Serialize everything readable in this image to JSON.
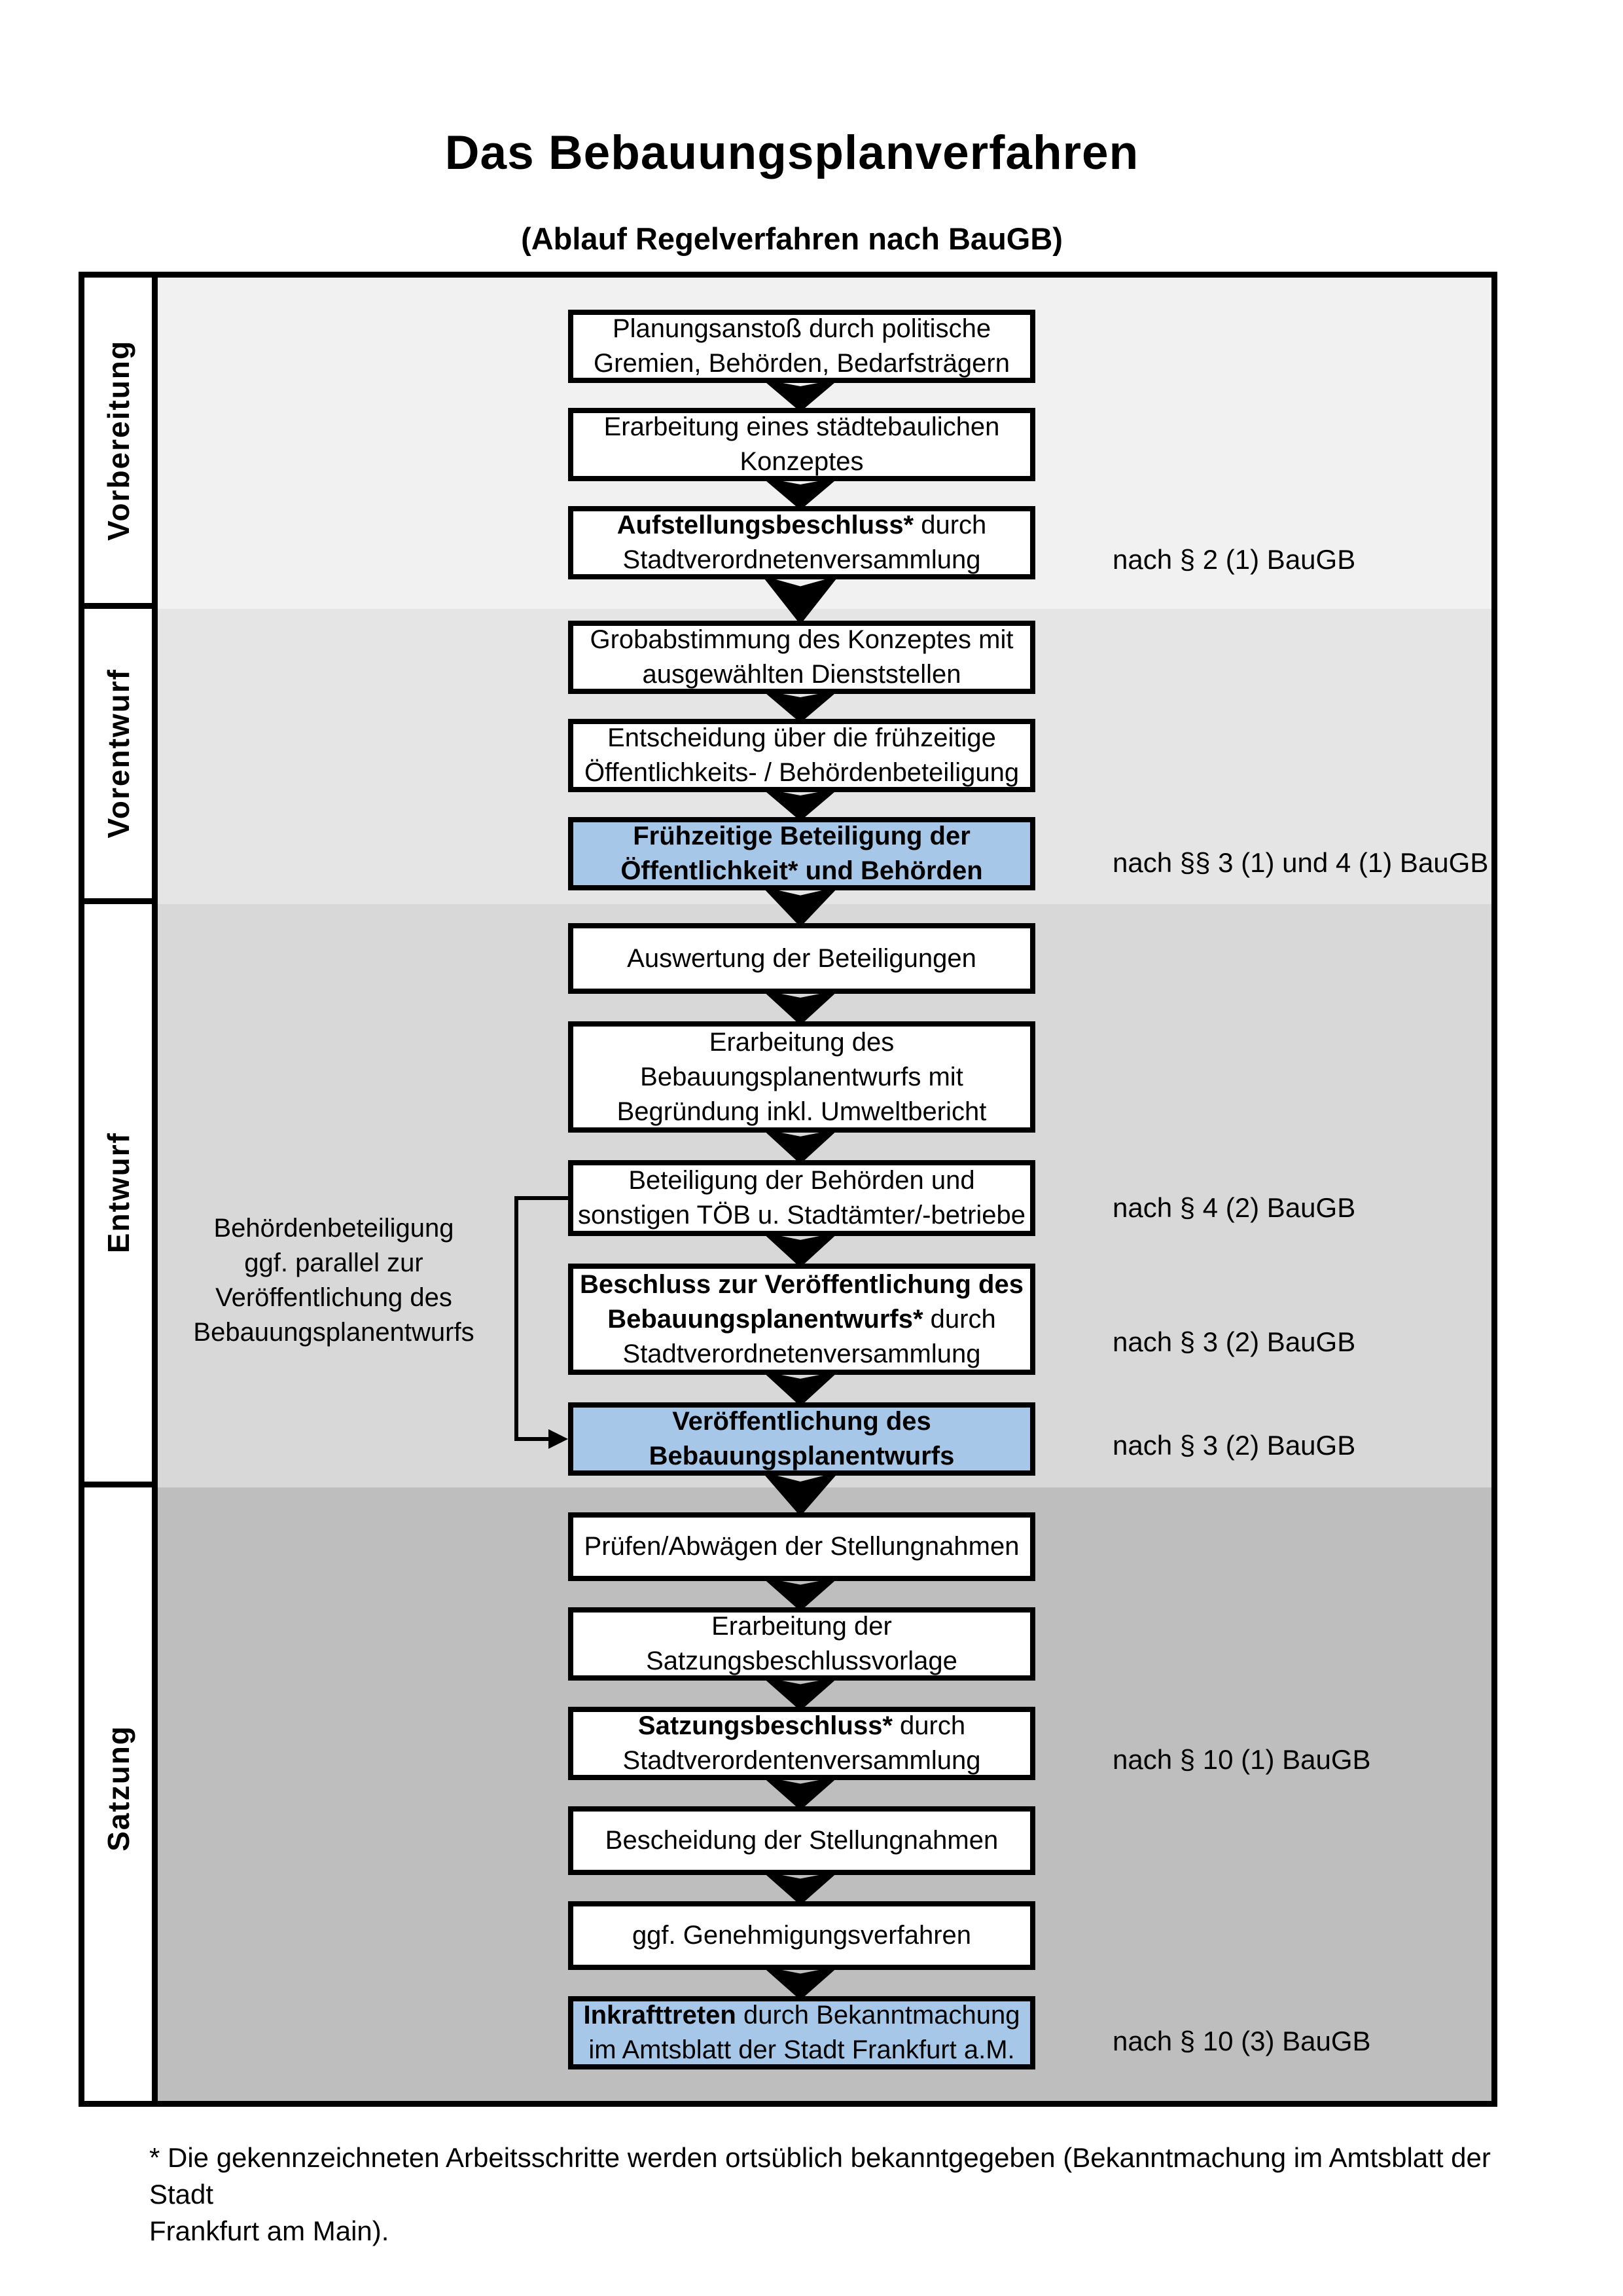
{
  "title": "Das Bebauungsplanverfahren",
  "subtitle": "(Ablauf Regelverfahren nach BauGB)",
  "phases": {
    "p1": "Vorbereitung",
    "p2": "Vorentwurf",
    "p3": "Entwurf",
    "p4": "Satzung"
  },
  "boxes": {
    "b1": {
      "l1": "Planungsanstoß durch politische",
      "l2": "Gremien, Behörden, Bedarfsträgern"
    },
    "b2": {
      "l1": "Erarbeitung eines städtebaulichen",
      "l2": "Konzeptes"
    },
    "b3": {
      "l1b": "Aufstellungsbeschluss*",
      "l1r": " durch",
      "l2": "Stadtverordnetenversammlung"
    },
    "b4": {
      "l1": "Grobabstimmung des Konzeptes mit",
      "l2": "ausgewählten Dienststellen"
    },
    "b5": {
      "l1": "Entscheidung über die frühzeitige",
      "l2": "Öffentlichkeits- / Behördenbeteiligung"
    },
    "b6": {
      "l1": "Frühzeitige Beteiligung der",
      "l2": "Öffentlichkeit* und Behörden"
    },
    "b7": {
      "l1": "Auswertung der Beteiligungen"
    },
    "b8": {
      "l1": "Erarbeitung des",
      "l2": "Bebauungsplanentwurfs mit",
      "l3": "Begründung inkl. Umweltbericht"
    },
    "b9": {
      "l1": "Beteiligung der Behörden und",
      "l2": "sonstigen TÖB u. Stadtämter/-betriebe"
    },
    "b10": {
      "l1": "Beschluss zur Veröffentlichung des",
      "l2b": "Bebauungsplanentwurfs*",
      "l2r": " durch",
      "l3": "Stadtverordnetenversammlung"
    },
    "b11": {
      "l1": "Veröffentlichung des",
      "l2": "Bebauungsplanentwurfs"
    },
    "b12": {
      "l1": "Prüfen/Abwägen der Stellungnahmen"
    },
    "b13": {
      "l1": "Erarbeitung der",
      "l2": "Satzungsbeschlussvorlage"
    },
    "b14": {
      "l1b": "Satzungsbeschluss*",
      "l1r": " durch",
      "l2": "Stadtverordentenversammlung"
    },
    "b15": {
      "l1": "Bescheidung der Stellungnahmen"
    },
    "b16": {
      "l1": "ggf. Genehmigungsverfahren"
    },
    "b17": {
      "l1b": "Inkrafttreten",
      "l1r": " durch Bekanntmachung",
      "l2": "im Amtsblatt der Stadt Frankfurt a.M."
    }
  },
  "notes": {
    "n1": "nach § 2 (1) BauGB",
    "n2": "nach §§ 3 (1) und 4 (1) BauGB",
    "n3": "nach § 4 (2) BauGB",
    "n4": "nach § 3 (2) BauGB",
    "n5": "nach § 3 (2) BauGB",
    "n6": "nach § 10 (1) BauGB",
    "n7": "nach § 10 (3) BauGB"
  },
  "annotation": {
    "l1": "Behördenbeteiligung",
    "l2": "ggf. parallel zur",
    "l3": "Veröffentlichung des",
    "l4": "Bebauungsplanentwurfs"
  },
  "footnote": {
    "l1": "* Die gekennzeichneten Arbeitsschritte werden ortsüblich bekanntgegeben (Bekanntmachung im Amtsblatt  der Stadt",
    "l2": "Frankfurt am Main)."
  },
  "colors": {
    "highlight_blue": "#a6c7e7",
    "section_vorbereitung": "#f1f1f1",
    "section_vorentwurf": "#e5e5e5",
    "section_entwurf": "#d8d8d8",
    "section_satzung": "#bebebe",
    "box_border": "#000000"
  }
}
